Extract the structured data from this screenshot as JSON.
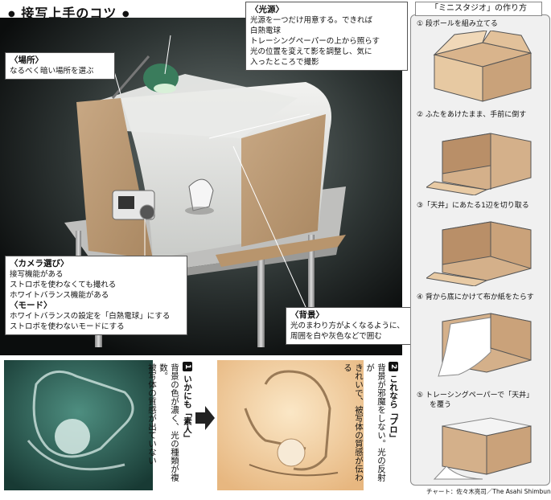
{
  "title": "接写上手のコツ",
  "light_box": {
    "heading": "〈光源〉",
    "lines": [
      "光源を一つだけ用意する。できれば",
      "白熱電球",
      "トレーシングペーパーの上から照らす",
      "光の位置を変えて影を調整し、気に",
      "入ったところで撮影"
    ]
  },
  "place_box": {
    "heading": "〈場所〉",
    "lines": [
      "なるべく暗い場所を選ぶ"
    ]
  },
  "camera_box": {
    "heading": "〈カメラ選び〉",
    "lines": [
      "接写機能がある",
      "ストロボを使わなくても撮れる",
      "ホワイトバランス機能がある"
    ],
    "heading2": "〈モード〉",
    "lines2": [
      "ホワイトバランスの設定を「白熱電球」にする",
      "ストロボを使わないモードにする"
    ]
  },
  "bg_box": {
    "heading": "〈背景〉",
    "lines": [
      "光のまわり方がよくなるように、",
      "周囲を白や灰色などで囲む"
    ]
  },
  "studio": {
    "title": "「ミニスタジオ」の作り方",
    "steps": [
      "① 段ボールを組み立てる",
      "② ふたをあけたまま、手前に倒す",
      "③「天井」にあたる1辺を切り取る",
      "④ 背から底にかけて布か紙をたらす",
      "⑤ トレーシングペーパーで「天井」",
      "を覆う"
    ]
  },
  "photo1": {
    "num": "1",
    "label": "いかにも「素人」",
    "text1": "背景の色が濃く、光の種類が複数。",
    "text2": "被写体の質感が出ていない"
  },
  "photo2": {
    "num": "2",
    "label": "これなら「プロ」",
    "text1": "背景が邪魔をしない。光の反射が",
    "text2": "きれいで、被写体の質感が伝わる"
  },
  "credit": "チャート：佐々木亮司／The Asahi Shimbun"
}
